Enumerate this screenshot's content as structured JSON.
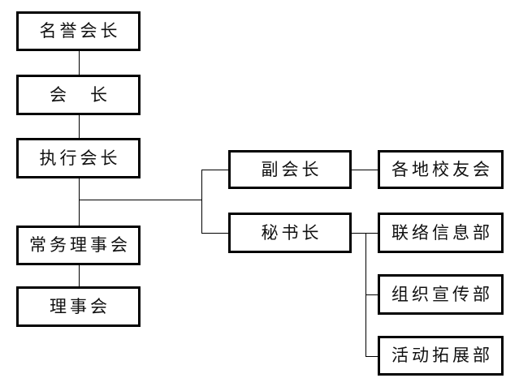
{
  "diagram": {
    "type": "org-chart",
    "background_color": "#ffffff",
    "box_border_color": "#000000",
    "line_color": "#000000",
    "text_color": "#111111",
    "nodes": [
      {
        "id": "honorary-president",
        "label": "名誉会长"
      },
      {
        "id": "president",
        "label": "会　长"
      },
      {
        "id": "executive-president",
        "label": "执行会长"
      },
      {
        "id": "standing-council",
        "label": "常务理事会"
      },
      {
        "id": "council",
        "label": "理事会"
      },
      {
        "id": "vice-president",
        "label": "副会长"
      },
      {
        "id": "secretary-general",
        "label": "秘书长"
      },
      {
        "id": "local-alumni-associations",
        "label": "各地校友会"
      },
      {
        "id": "liaison-information-dept",
        "label": "联络信息部"
      },
      {
        "id": "organization-publicity-dept",
        "label": "组织宣传部"
      },
      {
        "id": "activity-expansion-dept",
        "label": "活动拓展部"
      }
    ],
    "connections": [
      {
        "from": "名誉会长",
        "to": "会　长"
      },
      {
        "from": "会　长",
        "to": "执行会长"
      },
      {
        "from": "执行会长",
        "to": "常务理事会"
      },
      {
        "from": "常务理事会",
        "to": "理事会"
      },
      {
        "from": "执行会长",
        "to": "副会长"
      },
      {
        "from": "执行会长",
        "to": "秘书长"
      },
      {
        "from": "副会长",
        "to": "各地校友会"
      },
      {
        "from": "秘书长",
        "to": "联络信息部"
      },
      {
        "from": "秘书长",
        "to": "组织宣传部"
      },
      {
        "from": "秘书长",
        "to": "活动拓展部"
      }
    ]
  }
}
